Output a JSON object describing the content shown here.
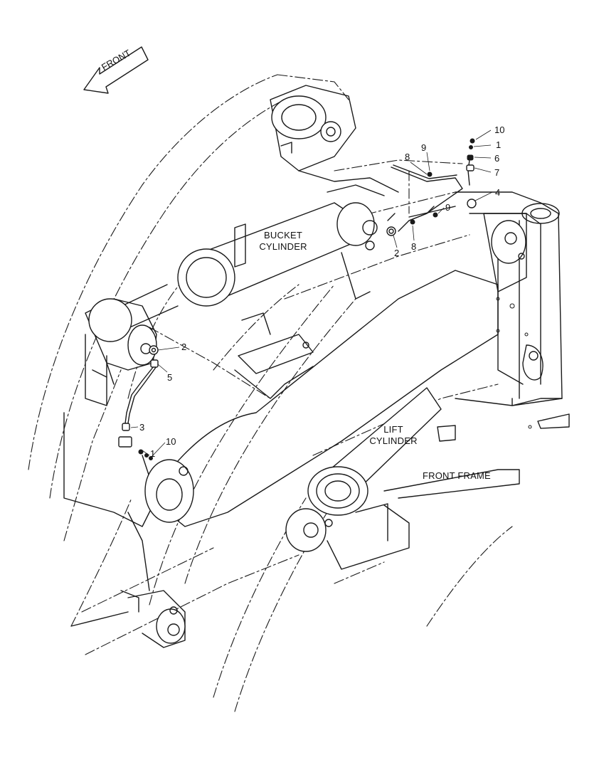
{
  "direction_arrow": {
    "text": "FRONT"
  },
  "component_labels": {
    "bucket_cylinder": [
      "BUCKET",
      "CYLINDER"
    ],
    "lift_cylinder": [
      "LIFT",
      "CYLINDER"
    ],
    "front_frame": "FRONT FRAME"
  },
  "callouts_upper_right": {
    "c10": "10",
    "c1": "1",
    "c6": "6",
    "c7": "7",
    "c4": "4",
    "c8a": "8",
    "c9a": "9",
    "c9b": "9",
    "c2": "2",
    "c8b": "8"
  },
  "callouts_left": {
    "c2": "2",
    "c5": "5",
    "c3": "3",
    "c1": "1",
    "c10": "10"
  }
}
